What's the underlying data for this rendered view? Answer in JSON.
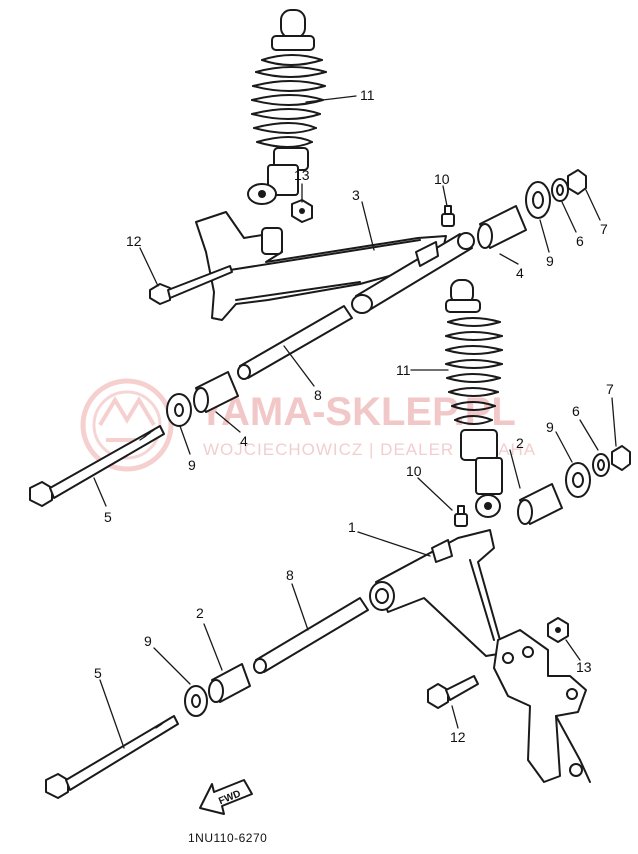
{
  "watermark": {
    "brand": "YAMA-SKLEP.PL",
    "subtitle": "WOJCIECHOWICZ | DEALER YAMAHA",
    "color": "#f2c7c7"
  },
  "direction_label": "FWD",
  "diagram_code": "1NU110-6270",
  "callouts": [
    {
      "id": "c11a",
      "text": "11"
    },
    {
      "id": "c13a",
      "text": "13"
    },
    {
      "id": "c10a",
      "text": "10"
    },
    {
      "id": "c3",
      "text": "3"
    },
    {
      "id": "c12a",
      "text": "12"
    },
    {
      "id": "c4a",
      "text": "4"
    },
    {
      "id": "c9a",
      "text": "9"
    },
    {
      "id": "c6a",
      "text": "6"
    },
    {
      "id": "c7a",
      "text": "7"
    },
    {
      "id": "c8a",
      "text": "8"
    },
    {
      "id": "c11b",
      "text": "11"
    },
    {
      "id": "c4b",
      "text": "4"
    },
    {
      "id": "c9b",
      "text": "9"
    },
    {
      "id": "c5a",
      "text": "5"
    },
    {
      "id": "c2a",
      "text": "2"
    },
    {
      "id": "c7b",
      "text": "7"
    },
    {
      "id": "c6b",
      "text": "6"
    },
    {
      "id": "c9c",
      "text": "9"
    },
    {
      "id": "c10b",
      "text": "10"
    },
    {
      "id": "c1",
      "text": "1"
    },
    {
      "id": "c8b",
      "text": "8"
    },
    {
      "id": "c9d",
      "text": "9"
    },
    {
      "id": "c2b",
      "text": "2"
    },
    {
      "id": "c5b",
      "text": "5"
    },
    {
      "id": "c13b",
      "text": "13"
    },
    {
      "id": "c12b",
      "text": "12"
    }
  ]
}
